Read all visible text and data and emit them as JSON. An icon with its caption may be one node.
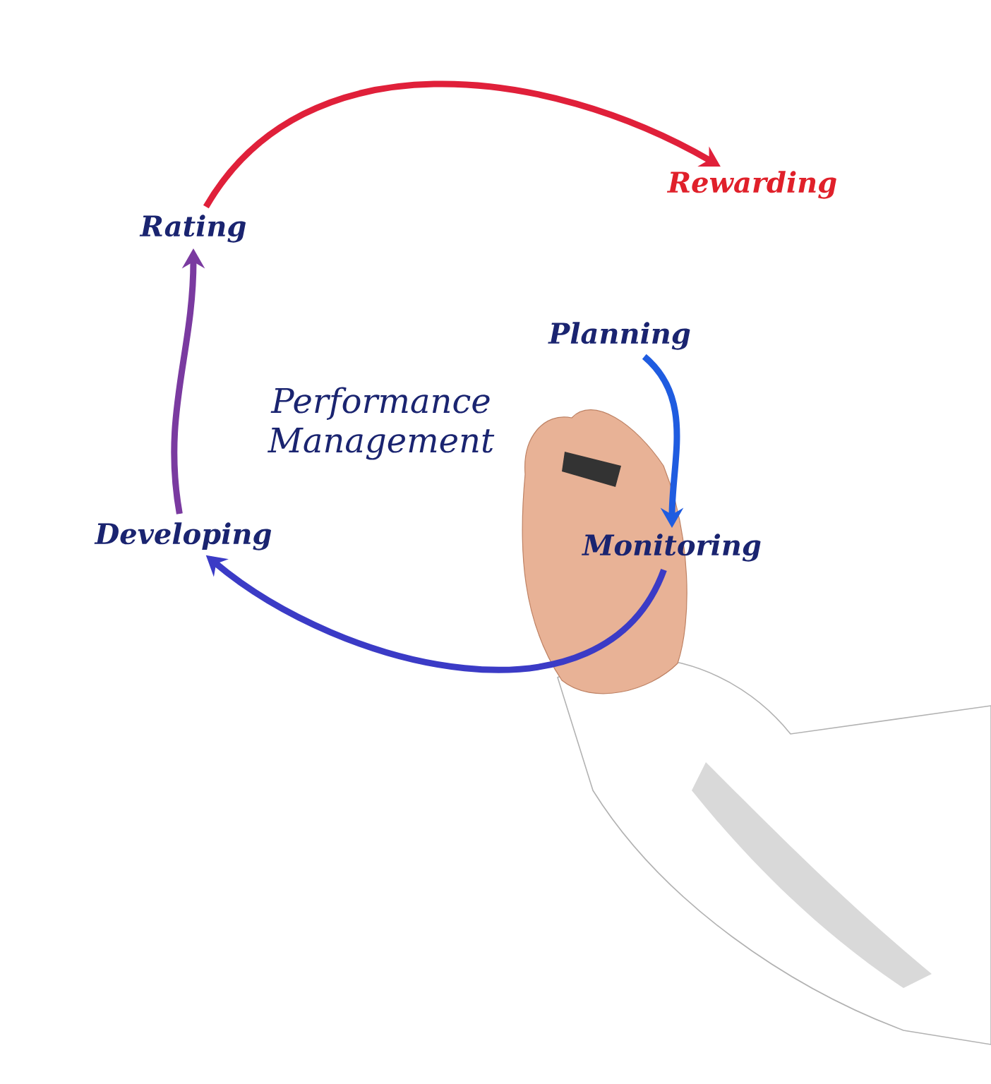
{
  "diagram": {
    "nodes": [
      {
        "text": [
          "Planning"
        ]
      },
      {
        "text": [
          "Monitoring"
        ]
      },
      {
        "text": [
          "Developing"
        ]
      },
      {
        "text": [
          "Rating"
        ]
      },
      {
        "text": [
          "Rewarding"
        ]
      }
    ],
    "edges": [
      {
        "from": 0,
        "to": 1,
        "arrow": "to",
        "color": "#1f5ce0"
      },
      {
        "from": 1,
        "to": 2,
        "arrow": "to",
        "color": "#3b3bc6"
      },
      {
        "from": 2,
        "to": 3,
        "arrow": "to",
        "color": "#7a3aa0"
      },
      {
        "from": 3,
        "to": 4,
        "arrow": "to",
        "color": "#e0203a"
      }
    ],
    "labels": [
      "Performance Management"
    ]
  }
}
